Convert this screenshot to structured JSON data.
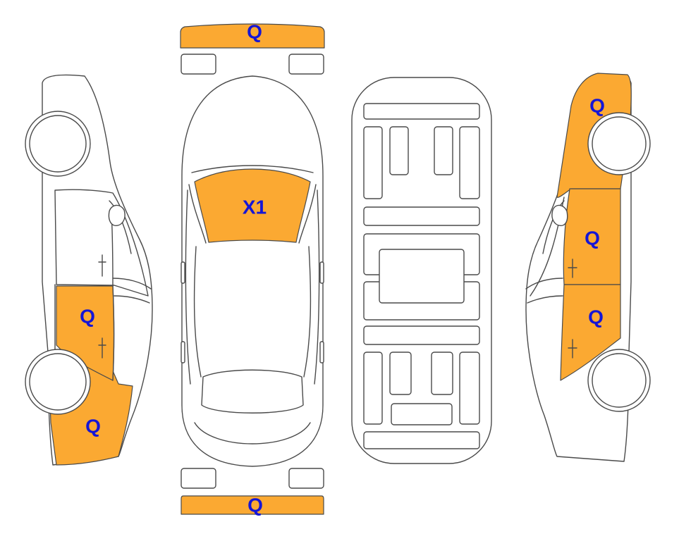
{
  "colors": {
    "damage_fill": "#FBA932",
    "label_text": "#1515D6",
    "outline": "#4a4a4a"
  },
  "markings": {
    "front_bumper": "Q",
    "windshield": "X1",
    "rear_bumper": "Q",
    "left_rear_door": "Q",
    "left_rear_quarter": "Q",
    "right_front_fender": "Q",
    "right_front_door": "Q",
    "right_rear_door": "Q"
  }
}
